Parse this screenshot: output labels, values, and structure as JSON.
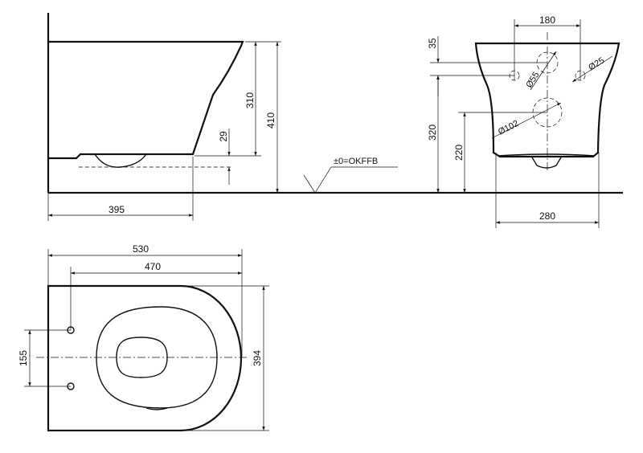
{
  "side_view": {
    "dim_depth": "395",
    "dim_height_total": "410",
    "dim_height_bowl": "310",
    "dim_outlet_offset": "29",
    "floor_reference": "±0=OKFFB"
  },
  "front_view": {
    "dim_hole_spacing": "180",
    "dim_top_offset": "35",
    "dim_supply_height": "320",
    "dim_outlet_height": "220",
    "dim_width": "280",
    "dia_supply": "Ø55",
    "dia_bolt": "Ø25",
    "dia_outlet": "Ø102"
  },
  "top_view": {
    "dim_overall_length": "530",
    "dim_fixing_length": "470",
    "dim_fixing_spacing": "155",
    "dim_overall_width": "394"
  }
}
